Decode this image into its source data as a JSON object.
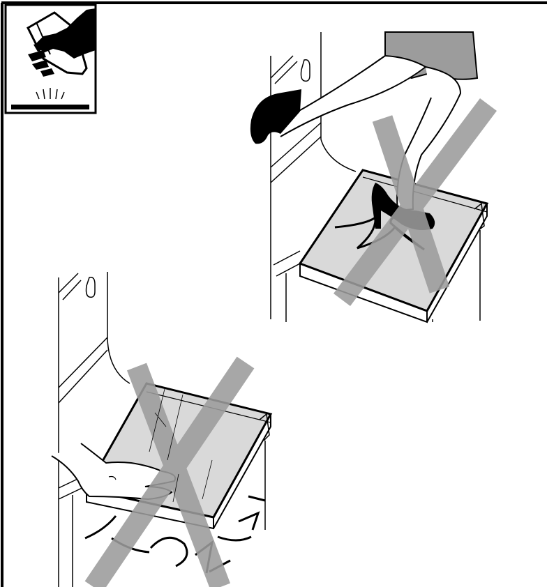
{
  "figure": {
    "panels": [
      {
        "id": "top",
        "subject": "high-heel-stepping-on-lid",
        "prohibited": true
      },
      {
        "id": "bottom",
        "subject": "hand-pressing-lid",
        "prohibited": true
      }
    ],
    "warning_icon": "hand-wiping-cloth-icon",
    "colors": {
      "line": "#000000",
      "panel_fill": "#d9d9d9",
      "cross": "#9c9c9c",
      "background": "#ffffff"
    }
  }
}
